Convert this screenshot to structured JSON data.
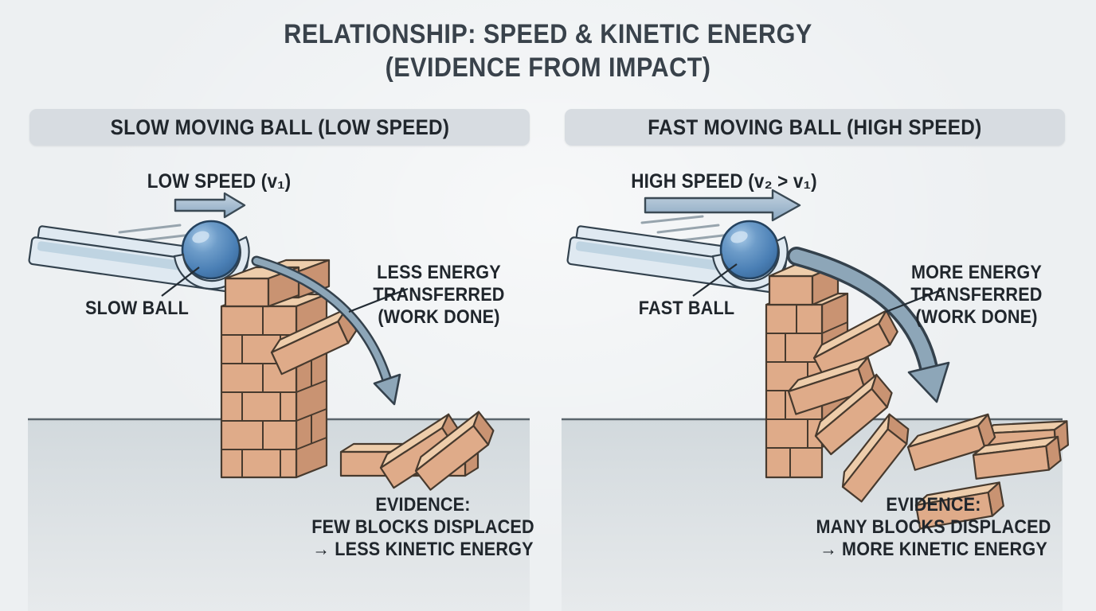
{
  "title": {
    "line1": "RELATIONSHIP: SPEED & KINETIC ENERGY",
    "line2": "(EVIDENCE FROM IMPACT)"
  },
  "panels": {
    "left": {
      "header": "SLOW MOVING BALL (LOW SPEED)",
      "speed_label": "LOW SPEED (v₁)",
      "ball_label": "SLOW BALL",
      "energy_note": {
        "line1": "LESS ENERGY",
        "line2": "TRANSFERRED",
        "line3": "(WORK DONE)"
      },
      "evidence": {
        "line1": "EVIDENCE:",
        "line2": "FEW BLOCKS DISPLACED",
        "line3": "→ LESS KINETIC ENERGY"
      }
    },
    "right": {
      "header": "FAST MOVING BALL (HIGH SPEED)",
      "speed_label": "HIGH SPEED (v₂ > v₁)",
      "ball_label": "FAST BALL",
      "energy_note": {
        "line1": "MORE ENERGY",
        "line2": "TRANSFERRED",
        "line3": "(WORK DONE)"
      },
      "evidence": {
        "line1": "EVIDENCE:",
        "line2": "MANY BLOCKS DISPLACED",
        "line3": "→ MORE KINETIC ENERGY"
      }
    }
  },
  "icons": {
    "speed_arrow": "right-arrow",
    "impact_arrow": "curved-down-arrow"
  },
  "colors": {
    "background": "#edf0f2",
    "panel_header_bg": "#d7dce1",
    "title_text": "#39424b",
    "label_text": "#20262c",
    "ball_fill": "#4a7fb5",
    "ball_outline": "#24425f",
    "ramp_fill": "#dfe9f1",
    "ramp_shade": "#bfd4e2",
    "block_front": "#dfab89",
    "block_side": "#c99372",
    "block_top": "#eecdab",
    "block_outline": "#473a2e",
    "speed_arrow_fill": "#aac0d2",
    "arrow_outline": "#3b4a55",
    "impact_arrow_fill": "#8da6b8",
    "ground_line": "#5b656d",
    "floor_top": "#d2d9dd",
    "floor_bottom": "#e7eaec"
  }
}
